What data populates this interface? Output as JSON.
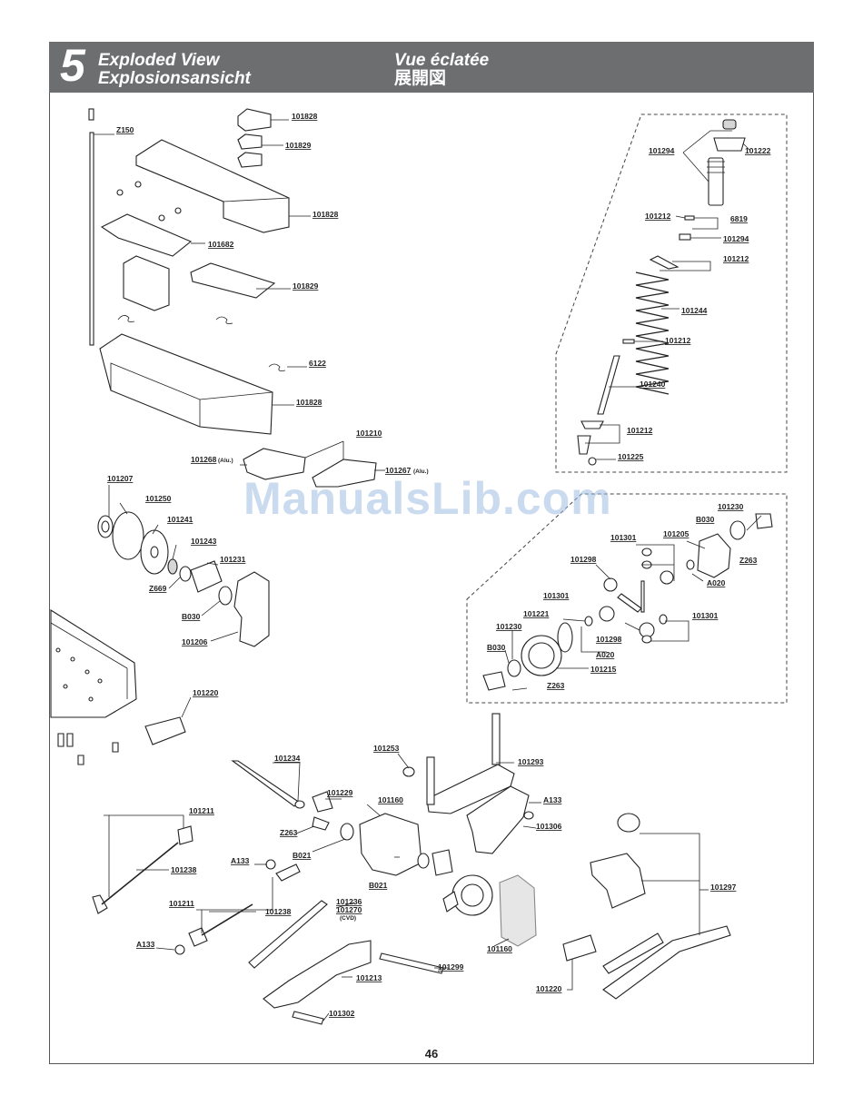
{
  "header": {
    "section_number": "5",
    "title_en": "Exploded View",
    "title_de": "Explosionsansicht",
    "title_fr": "Vue éclatée",
    "title_ja": "展開図"
  },
  "watermark": "ManualsLib.com",
  "page_number": "46",
  "part_labels": {
    "z150": "Z150",
    "p101828_a": "101828",
    "p101829_a": "101829",
    "p101828_b": "101828",
    "p101682": "101682",
    "p101829_b": "101829",
    "p6122": "6122",
    "p101828_c": "101828",
    "p101210": "101210",
    "p101268": "101268",
    "p101268_note": "(Alu.)",
    "p101267": "101267",
    "p101267_note": "(Alu.)",
    "p101294_a": "101294",
    "p101222": "101222",
    "p101212_a": "101212",
    "p6819": "6819",
    "p101294_b": "101294",
    "p101212_b": "101212",
    "p101244": "101244",
    "p101212_c": "101212",
    "p101240": "101240",
    "p101212_d": "101212",
    "p101225": "101225",
    "p101207": "101207",
    "p101250": "101250",
    "p101241": "101241",
    "p101243": "101243",
    "p101231": "101231",
    "z669": "Z669",
    "b030_a": "B030",
    "p101206": "101206",
    "p101230_a": "101230",
    "b030_b": "B030",
    "p101301_a": "101301",
    "p101205": "101205",
    "z263_a": "Z263",
    "p101298_a": "101298",
    "a020_a": "A020",
    "p101301_b": "101301",
    "p101221": "101221",
    "p101301_c": "101301",
    "p101230_b": "101230",
    "p101298_b": "101298",
    "b030_c": "B030",
    "a020_b": "A020",
    "p101215": "101215",
    "z263_b": "Z263",
    "p101220_a": "101220",
    "p101253": "101253",
    "p101293": "101293",
    "p101234": "101234",
    "p101229": "101229",
    "p101160_a": "101160",
    "a133_a": "A133",
    "p101306": "101306",
    "p101211_a": "101211",
    "z263_c": "Z263",
    "b021_a": "B021",
    "a133_b": "A133",
    "p101238_a": "101238",
    "b021_b": "B021",
    "p101297": "101297",
    "p101211_b": "101211",
    "p101236": "101236",
    "p101270": "101270",
    "p101270_note": "(CVD)",
    "p101238_b": "101238",
    "a133_c": "A133",
    "p101160_b": "101160",
    "p101299": "101299",
    "p101213": "101213",
    "p101220_b": "101220",
    "p101302": "101302"
  }
}
